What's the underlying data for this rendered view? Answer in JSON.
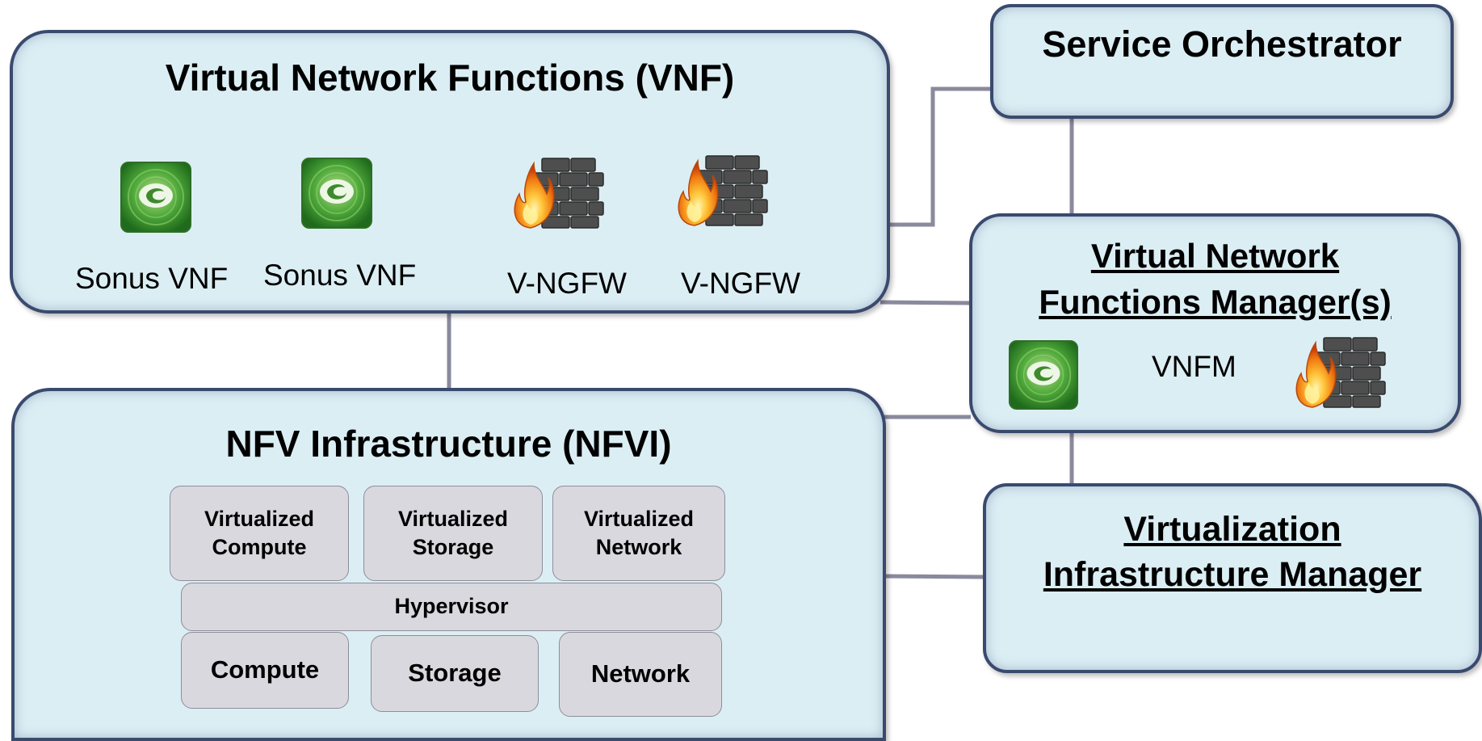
{
  "vnf": {
    "title": "Virtual Network Functions (VNF)",
    "items": [
      {
        "label": "Sonus VNF",
        "icon": "sonus-icon"
      },
      {
        "label": "Sonus VNF",
        "icon": "sonus-icon"
      },
      {
        "label": "V-NGFW",
        "icon": "firewall-icon"
      },
      {
        "label": "V-NGFW",
        "icon": "firewall-icon"
      }
    ]
  },
  "orchestrator": {
    "title": "Service Orchestrator"
  },
  "vnfm": {
    "title_line1": "Virtual Network",
    "title_line2": "Functions Manager(s)",
    "label": "VNFM"
  },
  "nfvi": {
    "title": "NFV Infrastructure (NFVI)",
    "virtual_row": [
      {
        "line1": "Virtualized",
        "line2": "Compute"
      },
      {
        "line1": "Virtualized",
        "line2": "Storage"
      },
      {
        "line1": "Virtualized",
        "line2": "Network"
      }
    ],
    "hypervisor": "Hypervisor",
    "physical_row": [
      "Compute",
      "Storage",
      "Network"
    ]
  },
  "vim": {
    "title_line1": "Virtualization",
    "title_line2": "Infrastructure Manager"
  },
  "colors": {
    "box_fill": "#dbeef4",
    "box_border": "#3a4a6e",
    "connector": "#8a8a9e",
    "sub_fill": "#d9d8de",
    "sonus_green": "#3f9a2e",
    "flame": "#f08a14",
    "brick": "#4a4a4a"
  }
}
